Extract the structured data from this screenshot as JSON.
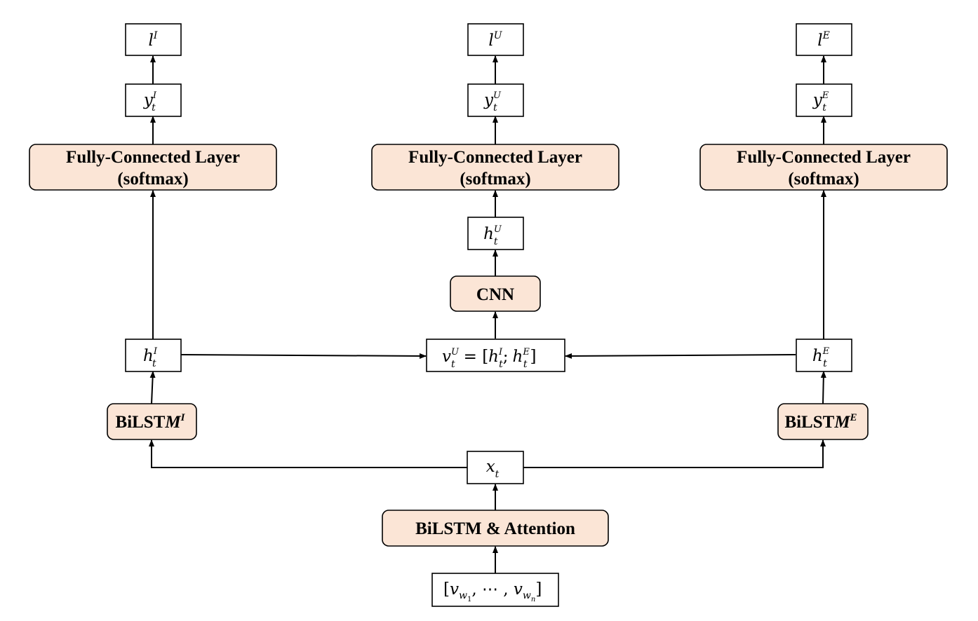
{
  "nodes": {
    "l_I": {
      "base": "l",
      "sup": "I"
    },
    "l_U": {
      "base": "l",
      "sup": "U"
    },
    "l_E": {
      "base": "l",
      "sup": "E"
    },
    "y_I": {
      "base": "y",
      "sup": "I",
      "sub": "t"
    },
    "y_U": {
      "base": "y",
      "sup": "U",
      "sub": "t"
    },
    "y_E": {
      "base": "y",
      "sup": "E",
      "sub": "t"
    },
    "fc_I": {
      "line1": "Fully-Connected Layer",
      "line2": "(softmax)"
    },
    "fc_U": {
      "line1": "Fully-Connected Layer",
      "line2": "(softmax)"
    },
    "fc_E": {
      "line1": "Fully-Connected Layer",
      "line2": "(softmax)"
    },
    "h_U": {
      "base": "h",
      "sup": "U",
      "sub": "t"
    },
    "cnn": {
      "label": "CNN"
    },
    "h_I": {
      "base": "h",
      "sup": "I",
      "sub": "t"
    },
    "h_E": {
      "base": "h",
      "sup": "E",
      "sub": "t"
    },
    "v_U": {
      "base": "v",
      "sup": "U",
      "sub": "t",
      "eq": "= [",
      "a": "h",
      "a_sup": "I",
      "a_sub": "t",
      "sep": ";",
      "b": "h",
      "b_sup": "E",
      "b_sub": "t",
      "close": "]"
    },
    "bilstm_I": {
      "label": "BiLST",
      "label_italic": "M",
      "sup": "I"
    },
    "bilstm_E": {
      "label": "BiLST",
      "label_italic": "M",
      "sup": "E"
    },
    "x_t": {
      "base": "x",
      "sub": "t"
    },
    "bilstm_att": {
      "label": "BiLSTM & Attention"
    },
    "input": {
      "open": "[",
      "v1": "v",
      "w1": "w",
      "idx1": "1",
      "dots": ", ⋯ , ",
      "v2": "v",
      "w2": "w",
      "idx2": "n",
      "close": "]"
    }
  }
}
